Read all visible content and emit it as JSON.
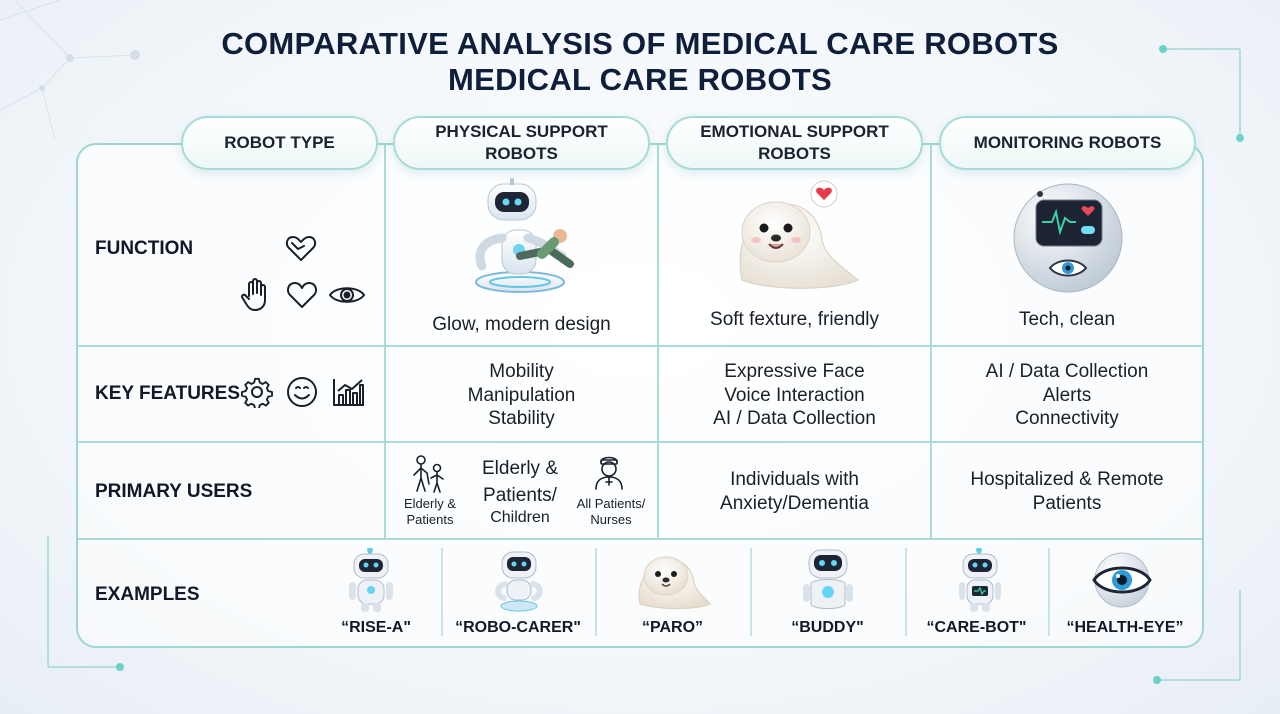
{
  "title": {
    "line1": "COMPARATIVE ANALYSIS OF MEDICAL CARE ROBOTS",
    "line2": "MEDICAL CARE ROBOTS"
  },
  "headers": {
    "robot_type": "ROBOT TYPE",
    "physical": "PHYSICAL SUPPORT\nROBOTS",
    "emotional": "EMOTIONAL SUPPORT\nROBOTS",
    "monitoring": "MONITORING ROBOTS"
  },
  "rows": {
    "function": {
      "label": "FUNCTION",
      "icons": [
        "hand-heart-icon",
        "hand-icon",
        "heart-icon",
        "eye-icon"
      ],
      "physical": "Glow, modern design",
      "emotional": "Soft fexture, friendly",
      "monitoring": "Tech, clean"
    },
    "key_features": {
      "label": "KEY FEATURES",
      "icons": [
        "gear-icon",
        "smiley-icon",
        "chart-icon"
      ],
      "physical": [
        "Mobility",
        "Manipulation",
        "Stability"
      ],
      "emotional": [
        "Expressive Face",
        "Voice Interaction",
        "AI / Data Collection"
      ],
      "monitoring": [
        "AI / Data Collection",
        "Alerts",
        "Connectivity"
      ]
    },
    "primary_users": {
      "label": "PRIMARY USERS",
      "physical_left": [
        "Elderly &",
        "Patients"
      ],
      "physical_center": [
        "Elderly &",
        "Patients/",
        "Children"
      ],
      "physical_right": [
        "All Patients/",
        "Nurses"
      ],
      "emotional": [
        "Individuals with",
        "Anxiety/Dementia"
      ],
      "monitoring": [
        "Hospitalized & Remote",
        "Patients"
      ]
    },
    "examples": {
      "label": "EXAMPLES",
      "items": [
        "“RISE-A\"",
        "“ROBO-CARER\"",
        "“PARO”",
        "“BUDDY\"",
        "“CARE-BOT\"",
        "“HEALTH-EYE”"
      ]
    }
  },
  "colors": {
    "accent": "#3bb8c4",
    "grid": "#a9dcd8",
    "title": "#0f1f3a"
  }
}
